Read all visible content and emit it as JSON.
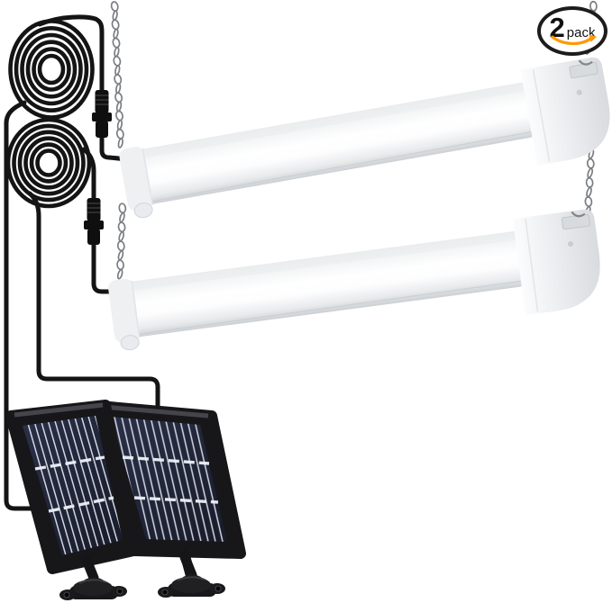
{
  "badge": {
    "count": "2",
    "label": "pack"
  },
  "icons": {
    "badge_arrow": "amazon-smile-arrow",
    "chain": "hanging-jack-chain",
    "hook": "end-cap-hook"
  },
  "colors": {
    "background": "#ffffff",
    "badge_border": "#1c1c1c",
    "badge_text": "#111111",
    "badge_arrow": "#ff9900",
    "cable": "#141414",
    "connector": "#0f0f0f",
    "chain": "#7b7e82",
    "light_body": "#ffffff",
    "light_shade": "#ced2d5",
    "panel_frame": "#17171a",
    "panel_cell": "#1d2232",
    "panel_grid": "#e4e8f1"
  },
  "scene": {
    "led_shop_lights": 2,
    "solar_panels": 2,
    "coiled_cables": 2,
    "inline_connectors": 2,
    "hanging_chains": 4
  }
}
